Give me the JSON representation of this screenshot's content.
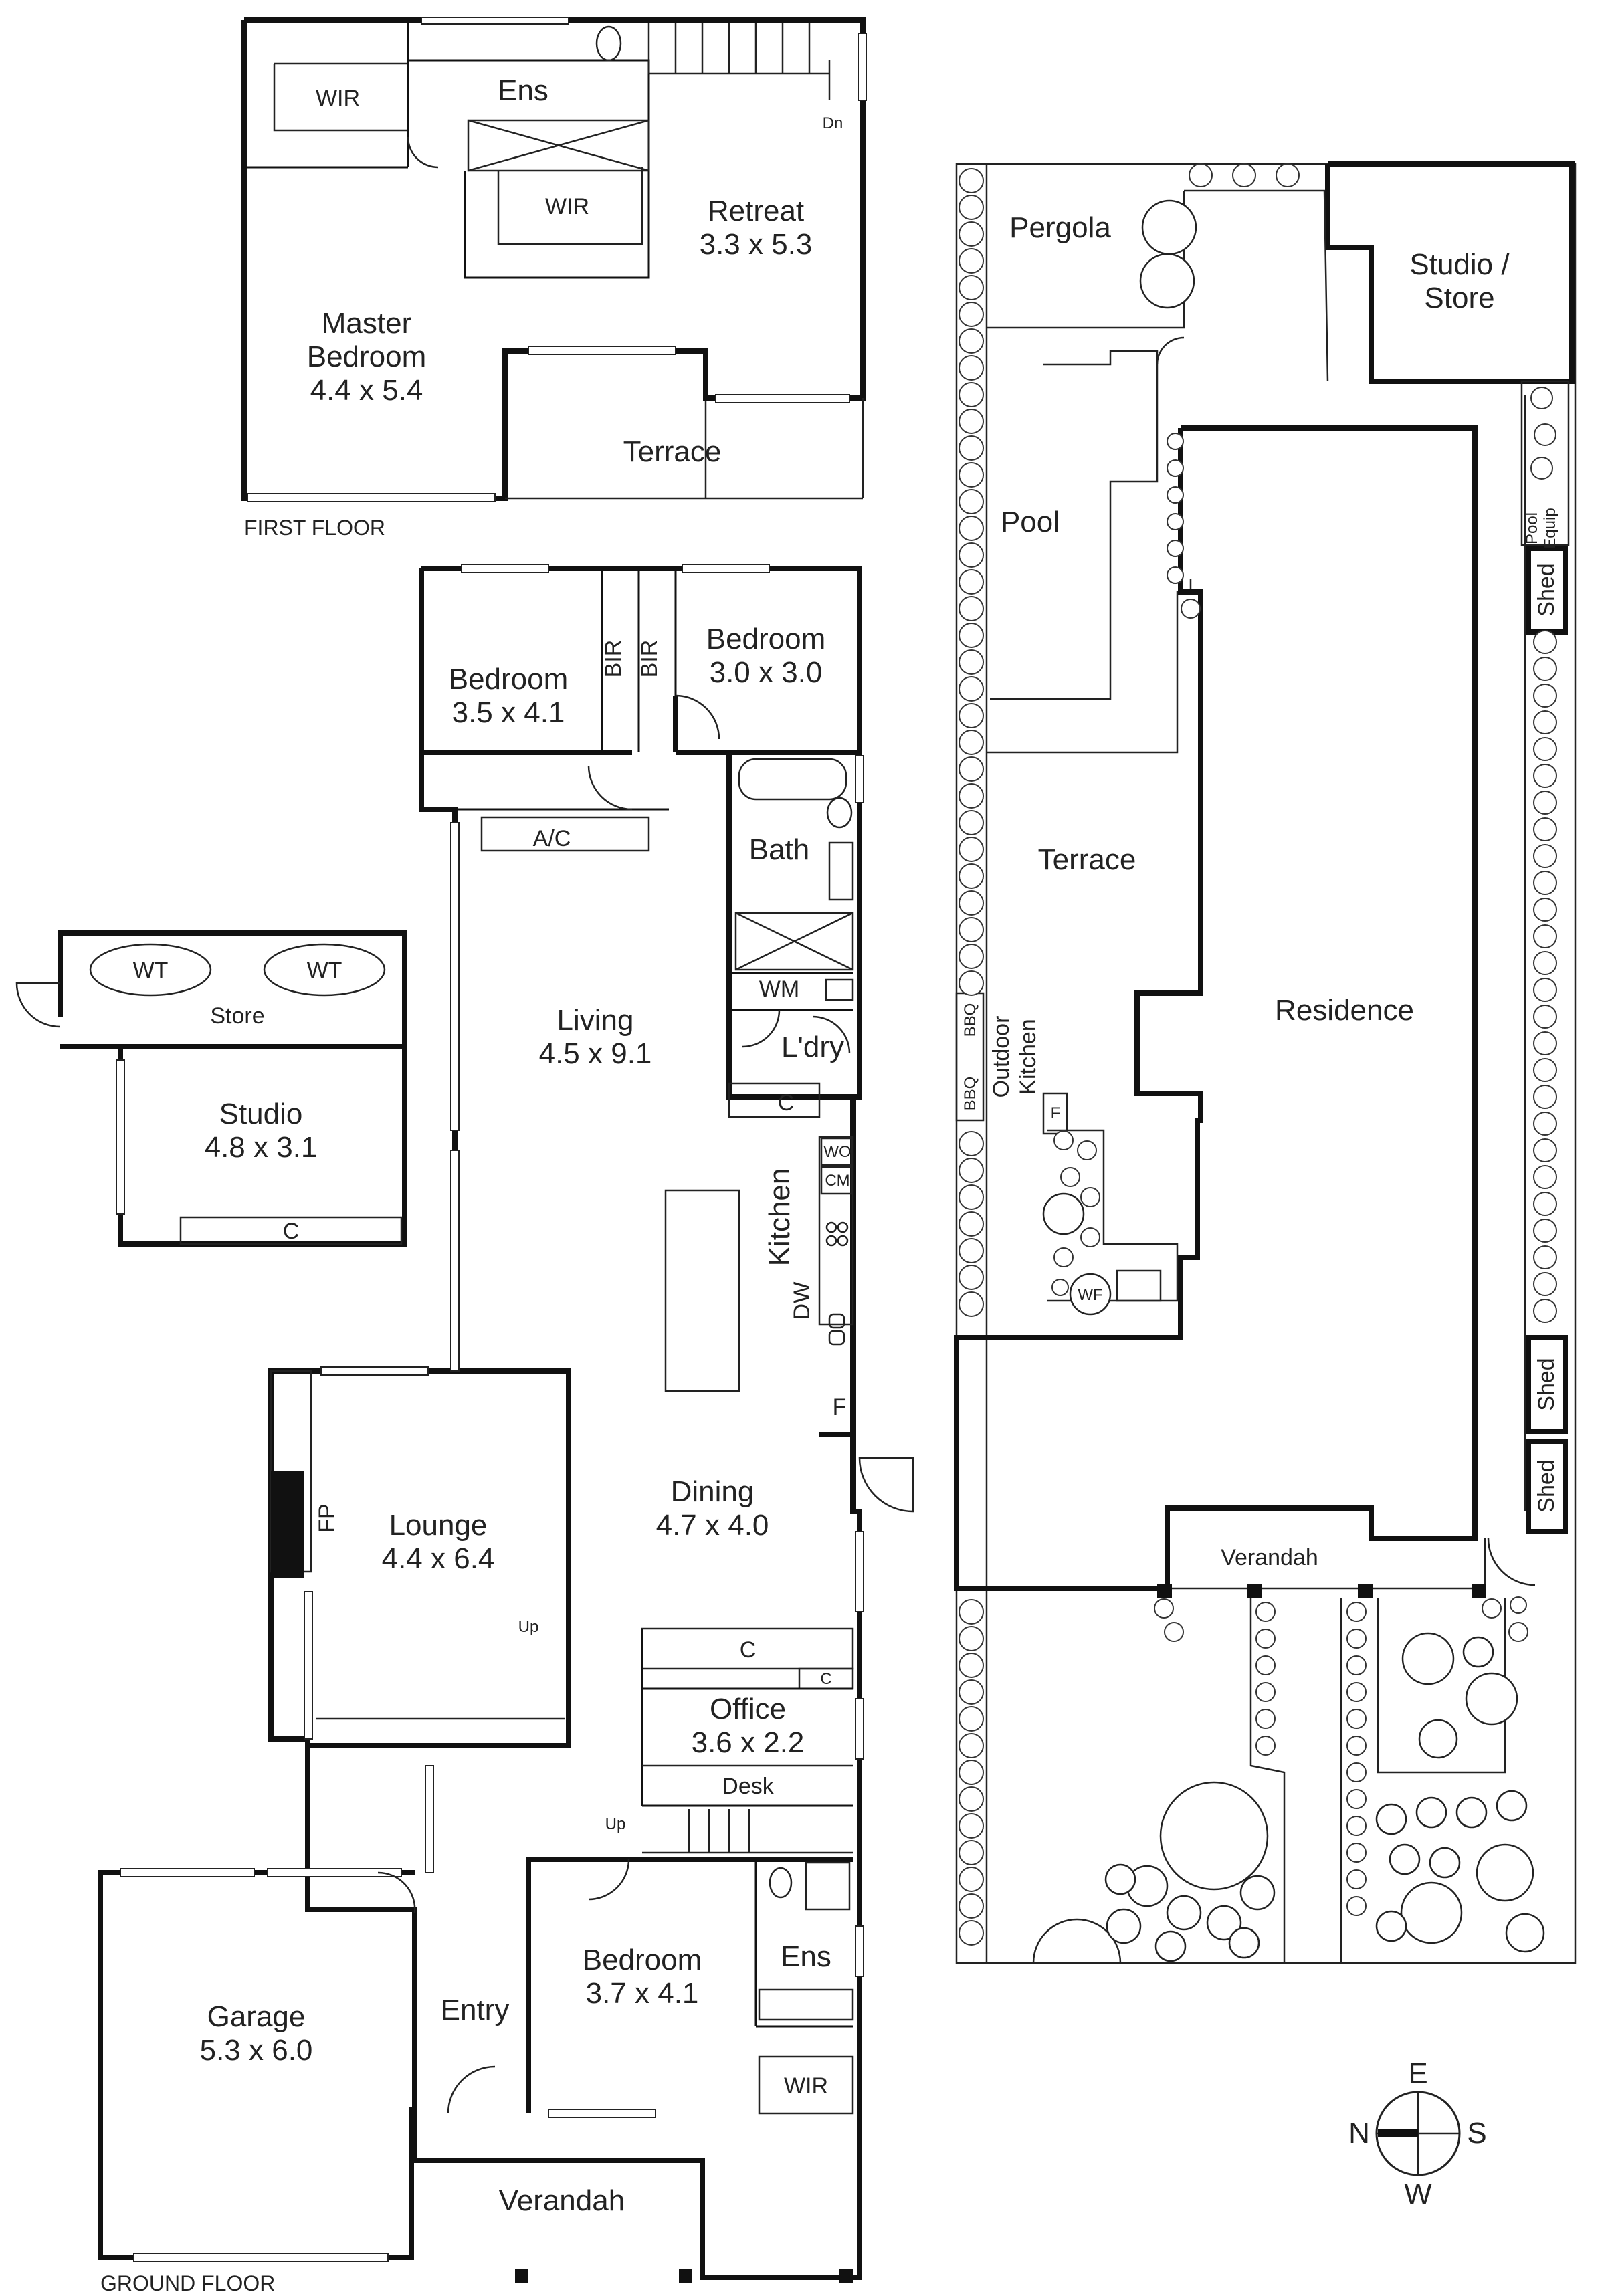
{
  "first_floor": {
    "caption": "FIRST FLOOR",
    "rooms": {
      "wir_left": "WIR",
      "ens": "Ens",
      "wir_center": "WIR",
      "dn": "Dn",
      "retreat": "Retreat",
      "retreat_dims": "3.3 x 5.3",
      "master_line1": "Master",
      "master_line2": "Bedroom",
      "master_dims": "4.4 x 5.4",
      "terrace": "Terrace"
    }
  },
  "ground_floor": {
    "caption": "GROUND FLOOR",
    "rooms": {
      "bedroom_a": "Bedroom",
      "bedroom_a_dims": "3.5 x 4.1",
      "bir_1": "BIR",
      "bir_2": "BIR",
      "bedroom_b": "Bedroom",
      "bedroom_b_dims": "3.0 x 3.0",
      "ac": "A/C",
      "bath": "Bath",
      "wm": "WM",
      "ldry": "L'dry",
      "c_ldry": "C",
      "living": "Living",
      "living_dims": "4.5 x 9.1",
      "kitchen": "Kitchen",
      "wo": "WO",
      "cm": "CM",
      "dw": "DW",
      "f_kitchen": "F",
      "lounge": "Lounge",
      "lounge_dims": "4.4 x 6.4",
      "fp": "FP",
      "up_lounge": "Up",
      "dining": "Dining",
      "dining_dims": "4.7 x 4.0",
      "c_office_1": "C",
      "c_office_2": "C",
      "office": "Office",
      "office_dims": "3.6 x 2.2",
      "desk": "Desk",
      "up_stair": "Up",
      "bedroom_c": "Bedroom",
      "bedroom_c_dims": "3.7 x 4.1",
      "ens": "Ens",
      "wir": "WIR",
      "garage": "Garage",
      "garage_dims": "5.3 x 6.0",
      "entry": "Entry",
      "verandah": "Verandah"
    }
  },
  "studio": {
    "wt_1": "WT",
    "wt_2": "WT",
    "store": "Store",
    "studio": "Studio",
    "studio_dims": "4.8 x 3.1",
    "c": "C"
  },
  "site_plan": {
    "pergola": "Pergola",
    "studio_store_1": "Studio /",
    "studio_store_2": "Store",
    "pool": "Pool",
    "pool_equip_1": "Pool",
    "pool_equip_2": "Equip",
    "shed_1": "Shed",
    "terrace": "Terrace",
    "residence": "Residence",
    "bbq_1": "BBQ",
    "bbq_2": "BBQ",
    "outdoor_kitchen_1": "Outdoor",
    "outdoor_kitchen_2": "Kitchen",
    "f": "F",
    "wf": "WF",
    "shed_2": "Shed",
    "shed_3": "Shed",
    "verandah": "Verandah"
  },
  "compass": {
    "n": "N",
    "e": "E",
    "s": "S",
    "w": "W"
  },
  "colors": {
    "wall": "#111111",
    "background": "#ffffff"
  }
}
